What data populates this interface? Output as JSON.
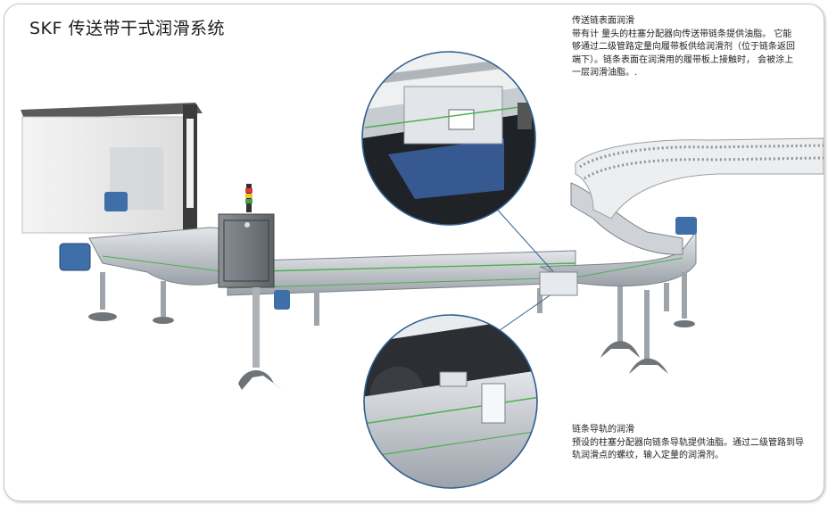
{
  "title": "SKF 传送带干式润滑系统",
  "note_top": {
    "heading": "传送链表面润滑",
    "body": "带有计 量头的柱塞分配器向传送带链条提供油脂。 它能够通过二级管路定量向履带板供给润滑剂（位于链条返回端下）。链条表面在润滑用的履带板上接触时， 会被涂上一层润滑油脂。."
  },
  "note_bottom": {
    "heading": "链条导轨的润滑",
    "body": "预设的柱塞分配器向链条导轨提供油脂。通过二级管路到导轨润滑点的螺纹，输入定量的润滑剂。"
  },
  "colors": {
    "frame_border": "#c9c9c9",
    "callout_ring": "#2f5f8f",
    "motor_blue": "#3e6fa8",
    "steel": "#b9bec4",
    "grease_line": "#4caf50"
  }
}
